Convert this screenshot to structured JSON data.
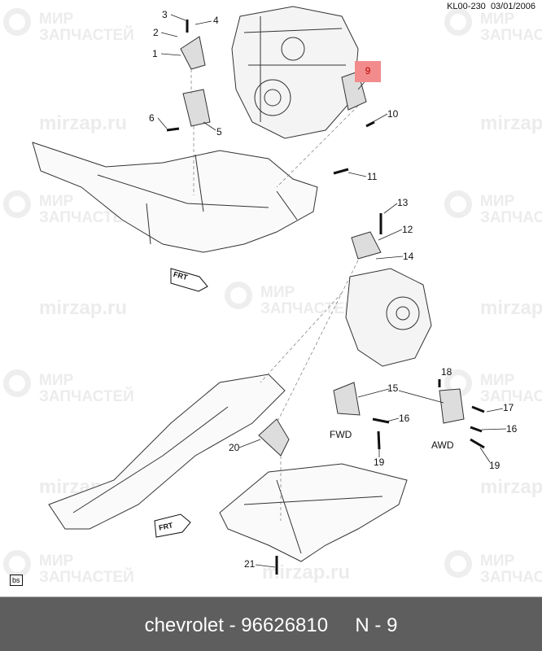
{
  "header": {
    "code": "KL00-230",
    "date": "03/01/2006"
  },
  "watermark": {
    "line1": "МИР",
    "line2": "ЗАПЧАСТЕЙ",
    "url": "mirzap.ru"
  },
  "callouts": {
    "c1": "1",
    "c2": "2",
    "c3": "3",
    "c4": "4",
    "c5": "5",
    "c6": "6",
    "c9": "9",
    "c10": "10",
    "c11": "11",
    "c12": "12",
    "c13": "13",
    "c14": "14",
    "c15": "15",
    "c16a": "16",
    "c16b": "16",
    "c17": "17",
    "c18": "18",
    "c19a": "19",
    "c19b": "19",
    "c20": "20",
    "c21": "21"
  },
  "variants": {
    "fwd": "FWD",
    "awd": "AWD"
  },
  "front_arrow": "FRT",
  "highlighted_part": "9",
  "highlight_color": "#f28c8c",
  "corner_tag": "bs",
  "footer": {
    "brand": "chevrolet",
    "part_number": "96626810",
    "ref": "N - 9",
    "separator": "-"
  }
}
